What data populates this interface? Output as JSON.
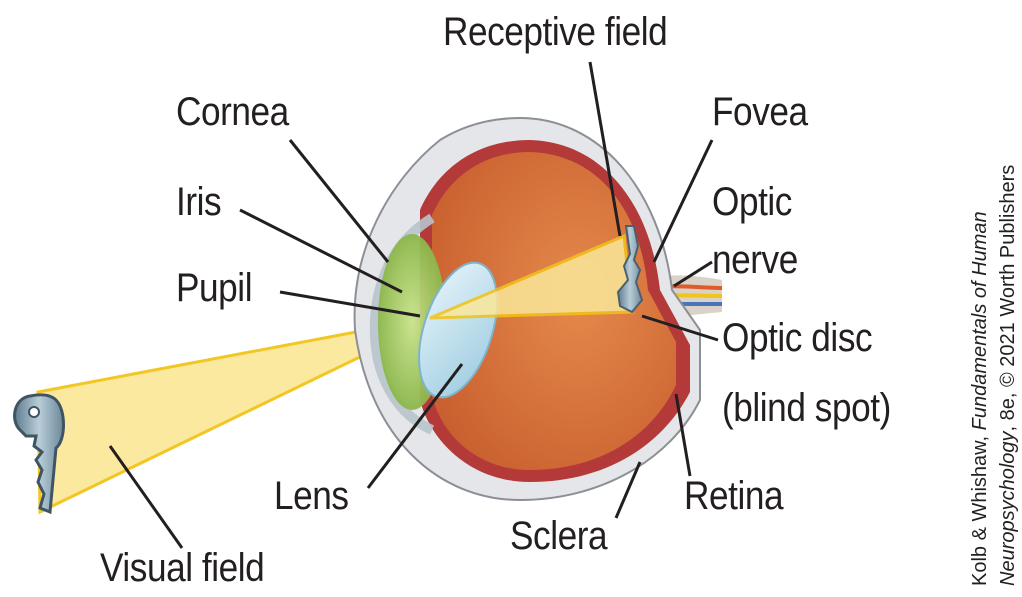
{
  "labels": {
    "receptive_field": "Receptive field",
    "cornea": "Cornea",
    "fovea": "Fovea",
    "iris": "Iris",
    "optic_nerve_line1": "Optic",
    "optic_nerve_line2": "nerve",
    "pupil": "Pupil",
    "optic_disc_line1": "Optic disc",
    "optic_disc_line2": "(blind spot)",
    "lens": "Lens",
    "retina": "Retina",
    "sclera": "Sclera",
    "visual_field": "Visual field"
  },
  "credit": {
    "line1_authors": "Kolb & Whishaw, ",
    "line1_title": "Fundamentals of Human",
    "line2_title": "Neuropsychology",
    "line2_rest": ", 8e, © 2021 Worth Publishers"
  },
  "colors": {
    "light_beam": "#f7d23e",
    "light_field": "#fbe89a",
    "eyeball_interior": "#d9733a",
    "sclera": "#e4e6e9",
    "iris": "#93c24e",
    "lens": "#bfe1ef",
    "retina": "#b43a3a",
    "key": "#8fa9b8",
    "leader_lines": "#231f20"
  }
}
